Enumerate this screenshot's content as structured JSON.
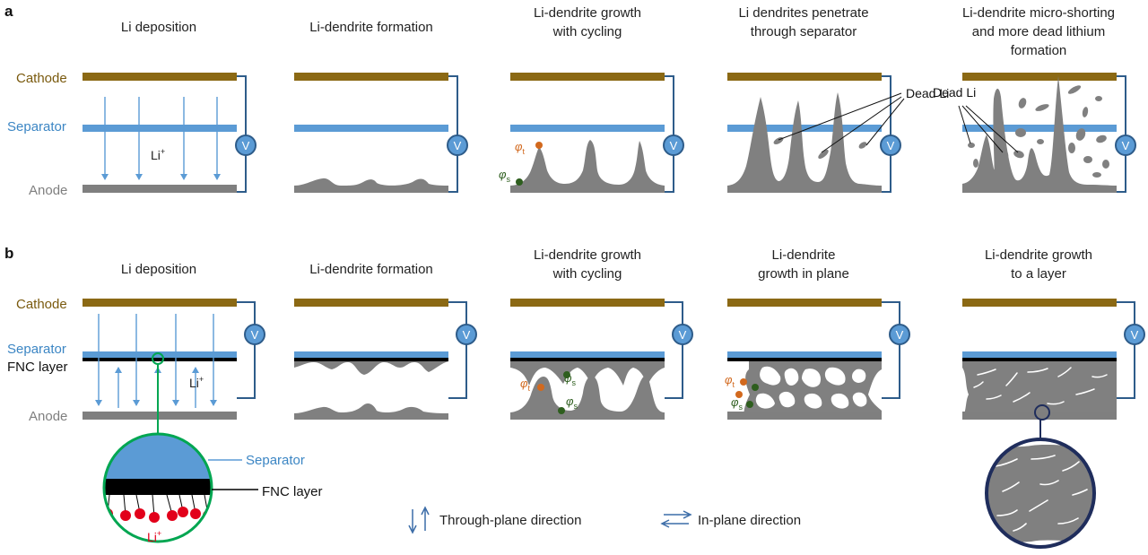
{
  "panel_a": {
    "letter": "a",
    "titles": [
      [
        "Li deposition"
      ],
      [
        "Li-dendrite formation"
      ],
      [
        "Li-dendrite growth",
        "with cycling"
      ],
      [
        "Li dendrites penetrate",
        "through separator"
      ],
      [
        "Li-dendrite micro-shorting",
        "and more dead lithium",
        "formation"
      ]
    ],
    "labels": {
      "cathode": "Cathode",
      "separator": "Separator",
      "anode": "Anode"
    },
    "li_ion": {
      "base": "Li",
      "sup": "+"
    },
    "dead_li": "Dead Li"
  },
  "panel_b": {
    "letter": "b",
    "titles": [
      [
        "Li deposition"
      ],
      [
        "Li-dendrite formation"
      ],
      [
        "Li-dendrite growth",
        "with cycling"
      ],
      [
        "Li-dendrite",
        "growth in plane"
      ],
      [
        "Li-dendrite growth",
        "to a layer"
      ]
    ],
    "labels": {
      "cathode": "Cathode",
      "separator": "Separator",
      "fnc": "FNC layer",
      "anode": "Anode"
    },
    "li_ion": {
      "base": "Li",
      "sup": "+"
    }
  },
  "voltmeter": "V",
  "phi": {
    "symbol": "φ",
    "t": "t",
    "s": "s"
  },
  "zoom": {
    "separator": "Separator",
    "fnc": "FNC layer",
    "li": "Li",
    "li_sup": "+"
  },
  "legend": {
    "through_plane": "Through-plane direction",
    "in_plane": "In-plane direction"
  },
  "colors": {
    "cathode": "#8b6914",
    "separator": "#5b9bd5",
    "anode": "#7f7f7f",
    "dendrite": "#808080",
    "fnc": "#000000",
    "wire": "#2e5c8a",
    "green_ring": "#00a651",
    "navy_ring": "#1f2d5c",
    "phi_t": "#d2691e",
    "phi_s": "#2e5e1e",
    "li_ion_red": "#e2001a"
  }
}
